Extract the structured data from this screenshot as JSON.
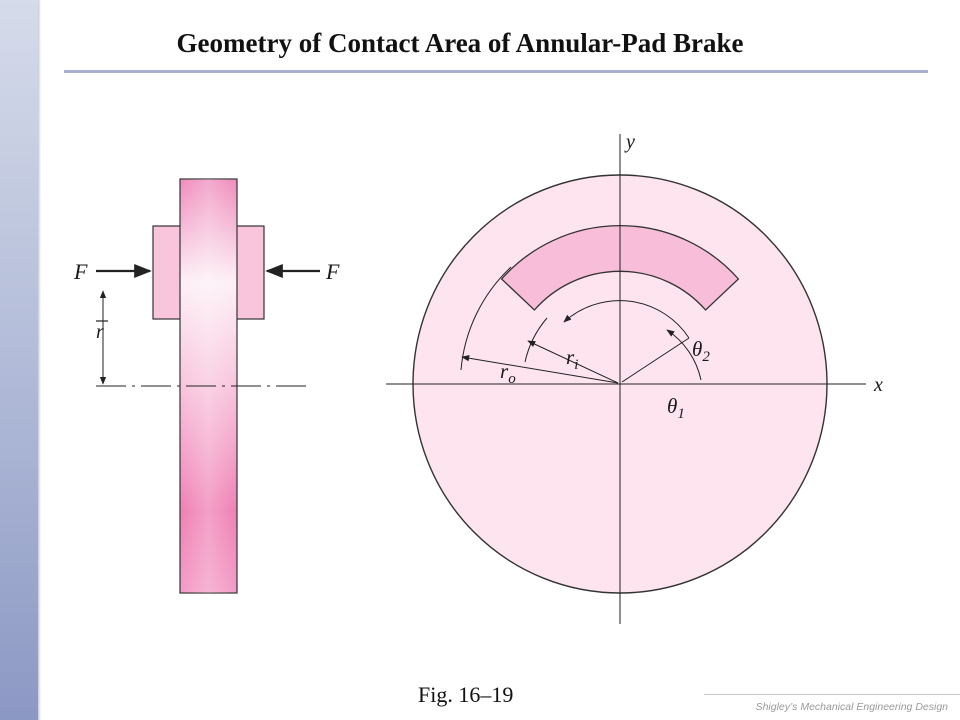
{
  "slide": {
    "title": "Geometry of Contact Area of Annular-Pad Brake",
    "caption": "Fig. 16–19",
    "footer": "Shigley’s Mechanical Engineering Design"
  },
  "labels": {
    "force_left": "F",
    "force_right": "F",
    "r_bar": "r",
    "y_axis": "y",
    "x_axis": "x",
    "r_o_main": "r",
    "r_o_sub": "o",
    "r_i_main": "r",
    "r_i_sub": "i",
    "theta2_main": "θ",
    "theta2_sub": "2",
    "theta1_main": "θ",
    "theta1_sub": "1"
  },
  "colors": {
    "accent_band": "#8c98c4",
    "title_rule": "#a8aed2",
    "disc_fill": "#fde4ef",
    "pad_fill": "#f9bcd7",
    "rotor_pink": "#ef80b4",
    "outline": "#333333"
  }
}
